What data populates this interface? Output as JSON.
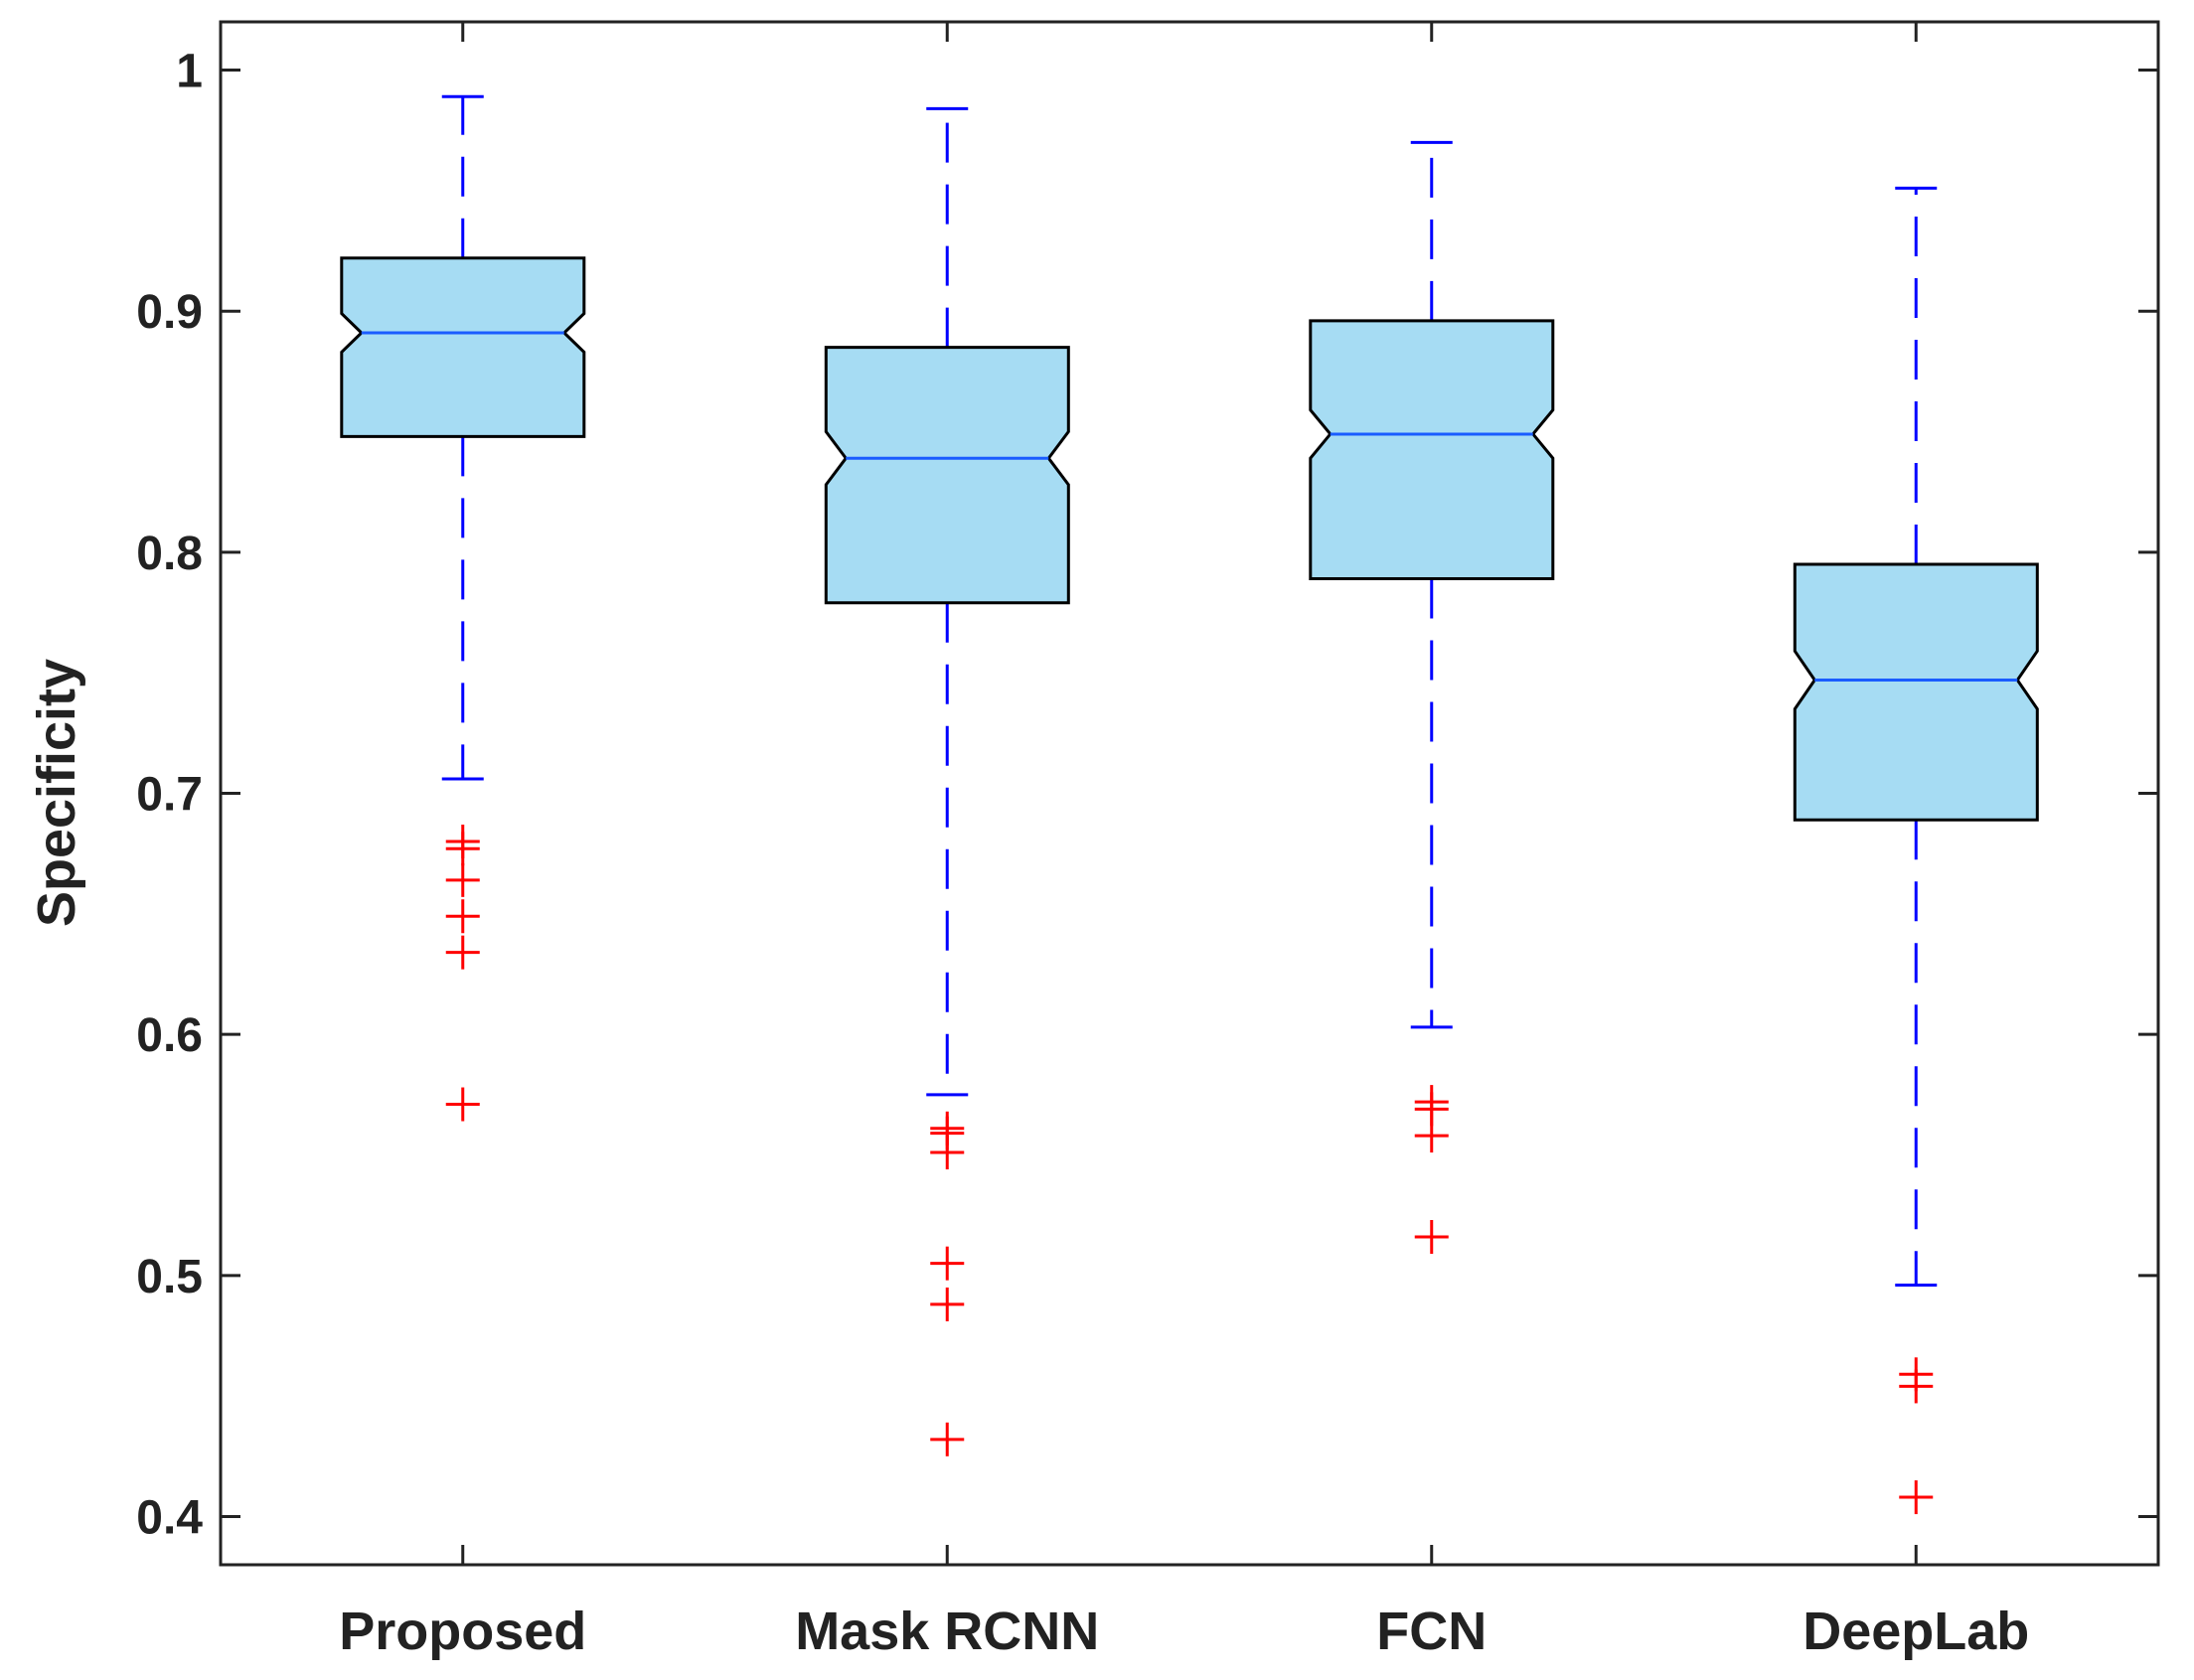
{
  "chart_data": {
    "type": "box",
    "notched": true,
    "title": "",
    "xlabel": "",
    "ylabel": "Specificity",
    "ylim": [
      0.38,
      1.02
    ],
    "yticks": [
      "0.4",
      "0.5",
      "0.6",
      "0.7",
      "0.8",
      "0.9",
      "1"
    ],
    "grid": false,
    "categories": [
      "Proposed",
      "Mask RCNN",
      "FCN",
      "DeepLab"
    ],
    "boxes": [
      {
        "whisker_low": 0.706,
        "q1": 0.848,
        "median": 0.891,
        "q3": 0.922,
        "whisker_high": 0.989,
        "notch_low": 0.883,
        "notch_high": 0.899,
        "outliers": [
          0.68,
          0.677,
          0.664,
          0.649,
          0.634,
          0.571
        ]
      },
      {
        "whisker_low": 0.575,
        "q1": 0.779,
        "median": 0.839,
        "q3": 0.885,
        "whisker_high": 0.984,
        "notch_low": 0.828,
        "notch_high": 0.85,
        "outliers": [
          0.561,
          0.559,
          0.551,
          0.505,
          0.488,
          0.432
        ]
      },
      {
        "whisker_low": 0.603,
        "q1": 0.789,
        "median": 0.849,
        "q3": 0.896,
        "whisker_high": 0.97,
        "notch_low": 0.839,
        "notch_high": 0.859,
        "outliers": [
          0.572,
          0.569,
          0.558,
          0.516
        ]
      },
      {
        "whisker_low": 0.496,
        "q1": 0.689,
        "median": 0.747,
        "q3": 0.795,
        "whisker_high": 0.951,
        "notch_low": 0.735,
        "notch_high": 0.759,
        "outliers": [
          0.459,
          0.454,
          0.408
        ]
      }
    ],
    "colors": {
      "box_fill": "#a6dcf3",
      "box_edge": "#000000",
      "median": "#1a5cff",
      "whisker": "#0000ff",
      "outlier": "#ff0000",
      "axis": "#222222"
    }
  }
}
